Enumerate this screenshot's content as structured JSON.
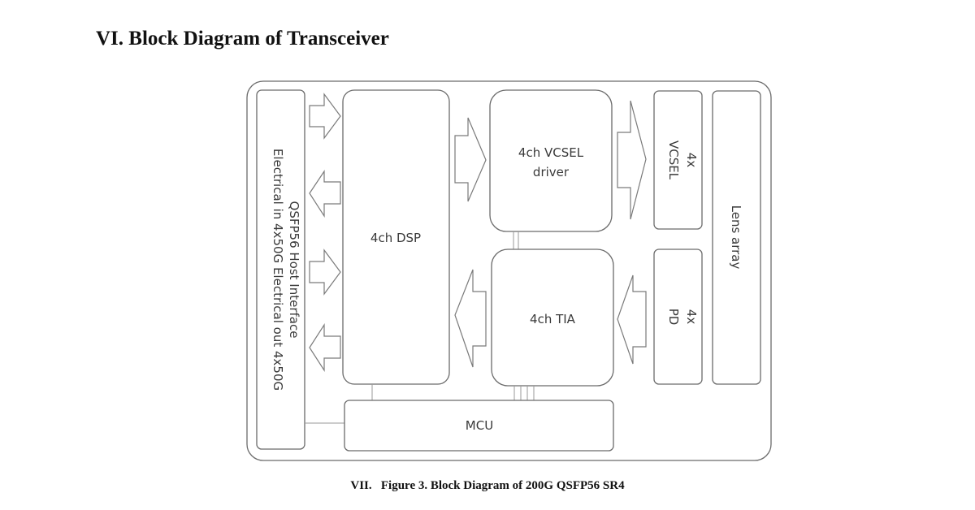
{
  "section_heading": "VI. Block Diagram of Transceiver",
  "figure_caption": "VII.   Figure 3. Block Diagram of 200G QSFP56 SR4",
  "blocks": {
    "host_interface_line1": "QSFP56 Host Interface",
    "host_interface_line2": "Electrical in 4x50G Electrical out 4x50G",
    "dsp": "4ch DSP",
    "vcsel_driver_line1": "4ch VCSEL",
    "vcsel_driver_line2": "driver",
    "tia": "4ch TIA",
    "vcsel_line1": "4x",
    "vcsel_line2": "VCSEL",
    "pd_line1": "4x",
    "pd_line2": "PD",
    "lens_array": "Lens array",
    "mcu": "MCU"
  }
}
